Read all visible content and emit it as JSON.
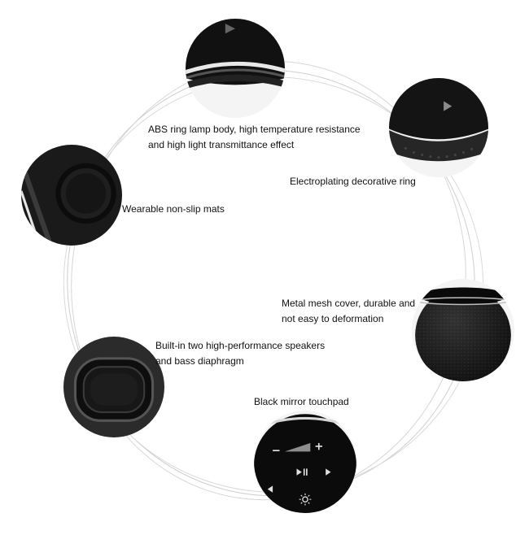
{
  "features": {
    "ring_lamp": {
      "line1": "ABS ring lamp body, high temperature resistance",
      "line2": "and high light transmittance effect"
    },
    "decorative_ring": {
      "line1": "Electroplating decorative ring"
    },
    "non_slip_mats": {
      "line1": "Wearable non-slip mats"
    },
    "mesh_cover": {
      "line1": "Metal mesh cover, durable and",
      "line2": "not easy to deformation"
    },
    "speakers": {
      "line1": "Built-in two high-performance speakers",
      "line2": "and bass diaphragm"
    },
    "touchpad": {
      "line1": "Black mirror touchpad"
    }
  },
  "touchpad_icons": [
    "volume-minus-icon",
    "volume-level-icon",
    "volume-plus-icon",
    "play-pause-icon",
    "previous-icon",
    "next-icon",
    "light-icon"
  ],
  "colors": {
    "device_black": "#0d0d0d",
    "ring_lines": "#c8c8c8"
  }
}
